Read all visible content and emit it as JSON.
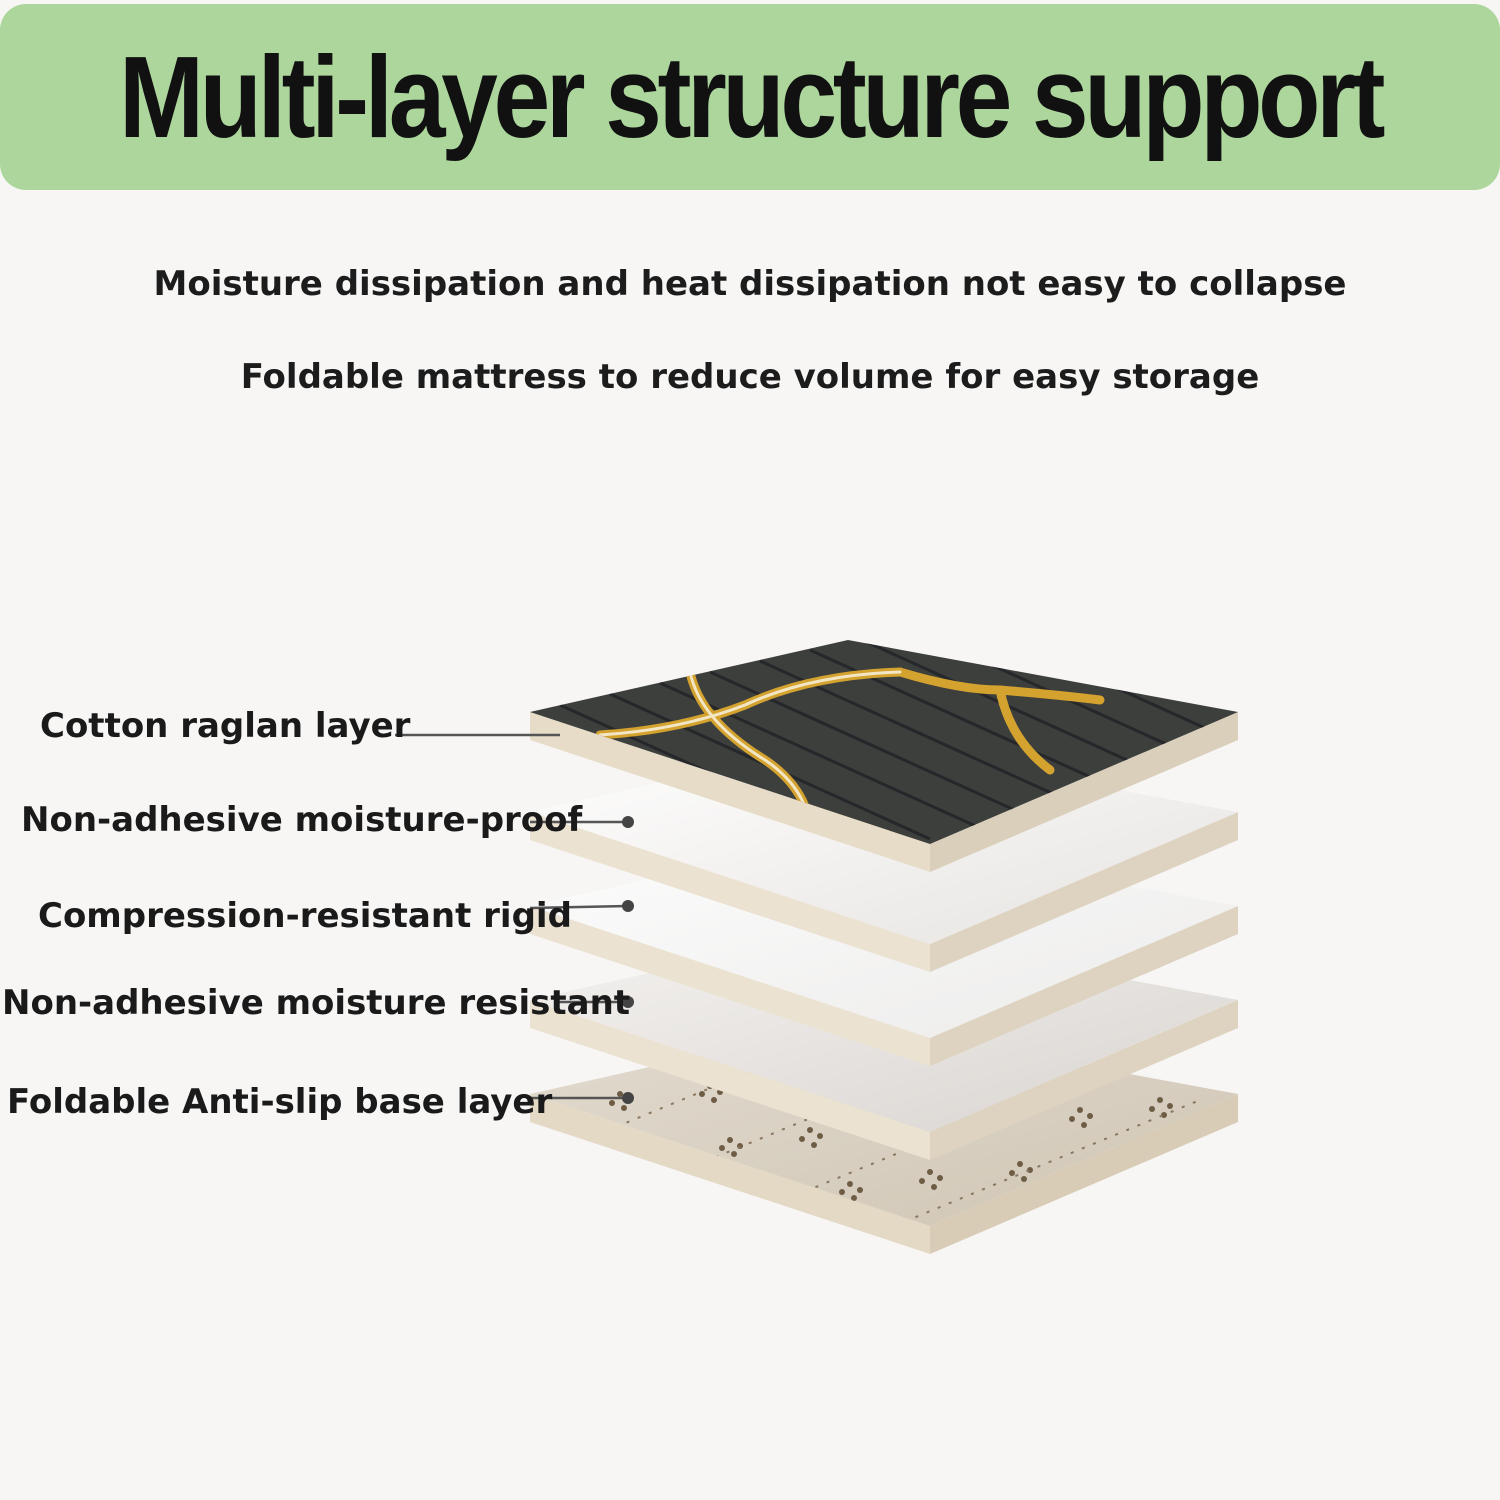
{
  "banner": {
    "title": "Multi-layer structure support"
  },
  "features": [
    "Moisture dissipation and heat dissipation not easy to collapse",
    "Foldable mattress to reduce volume for easy storage"
  ],
  "layers": [
    "Cotton raglan layer",
    "Non-adhesive moisture-proof",
    "Compression-resistant rigid",
    "Non-adhesive moisture resistant",
    "Foldable Anti-slip base layer"
  ],
  "colors": {
    "banner": "#acd69c",
    "background": "#f7f6f5",
    "edge": "#e7dcc8",
    "top_fabric": "#3d3f3d",
    "gold": "#d4a22e"
  }
}
